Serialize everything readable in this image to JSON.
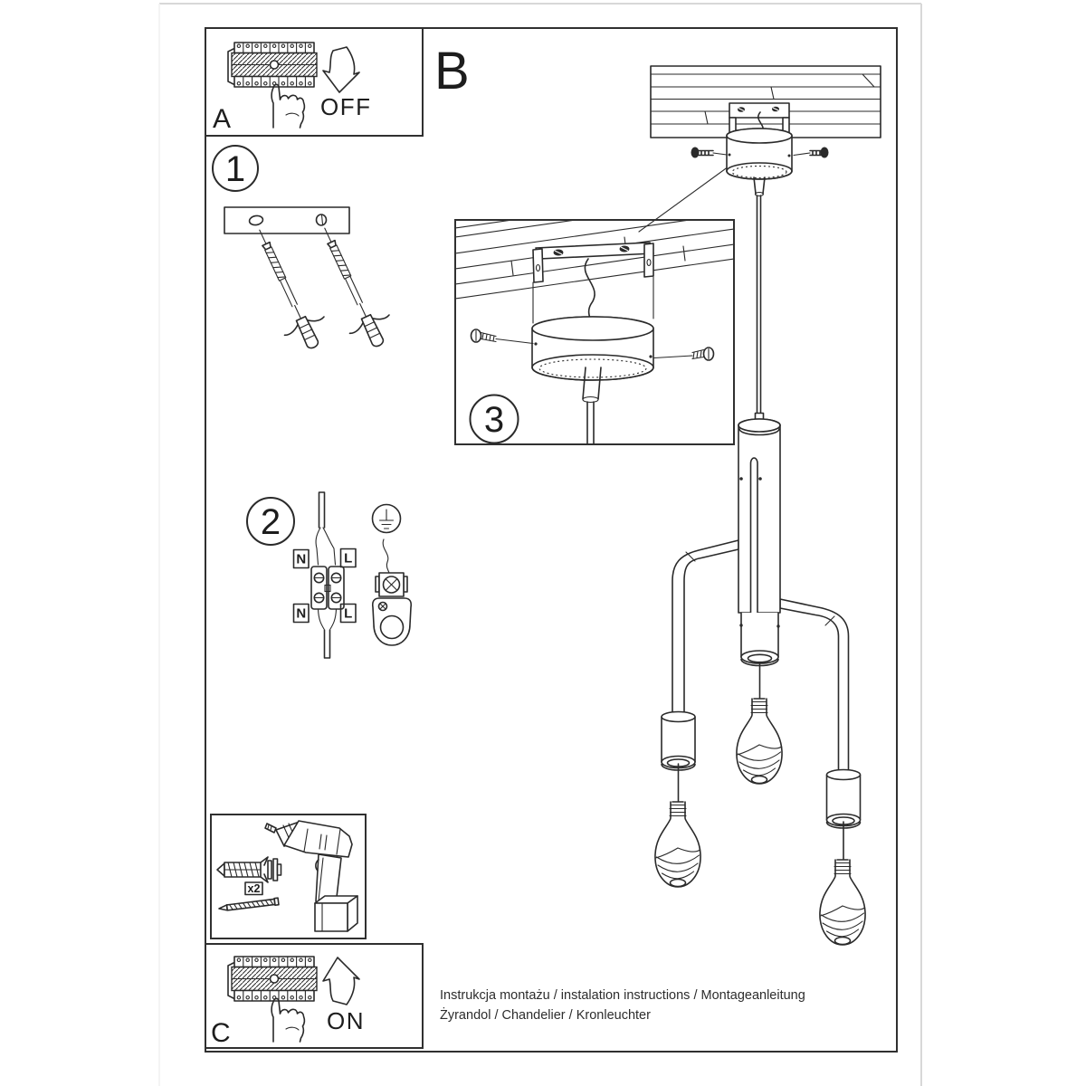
{
  "section_b": {
    "label": "B"
  },
  "box_a": {
    "label": "A",
    "action": "OFF"
  },
  "box_c": {
    "label": "C",
    "action": "ON"
  },
  "steps": {
    "one": "1",
    "two": "2",
    "three": "3"
  },
  "wiring": {
    "n_top": "N",
    "l_top": "L",
    "n_bottom": "N",
    "l_bottom": "L"
  },
  "hardware": {
    "anchor_qty": "x2"
  },
  "footer": {
    "line1": "Instrukcja montażu / instalation instructions / Montageanleitung",
    "line2": "Żyrandol / Chandelier / Kronleuchter"
  },
  "colors": {
    "line": "#2a2a2a",
    "box_border": "#303030",
    "page_edge": "#d8d8d8"
  }
}
